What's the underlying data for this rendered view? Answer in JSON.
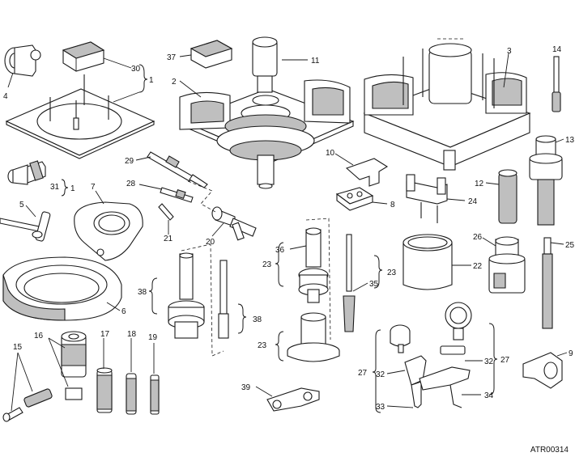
{
  "reference_code": "ATR00314",
  "callouts": {
    "c1a": "1",
    "c1b": "1",
    "c2": "2",
    "c3": "3",
    "c4": "4",
    "c5": "5",
    "c6": "6",
    "c7": "7",
    "c8": "8",
    "c9": "9",
    "c10": "10",
    "c11": "11",
    "c12": "12",
    "c13": "13",
    "c14": "14",
    "c15": "15",
    "c16": "16",
    "c17": "17",
    "c18": "18",
    "c19": "19",
    "c20": "20",
    "c21": "21",
    "c22": "22",
    "c23a": "23",
    "c23b": "23",
    "c23c": "23",
    "c24": "24",
    "c25": "25",
    "c26": "26",
    "c27a": "27",
    "c27b": "27",
    "c28": "28",
    "c29": "29",
    "c30": "30",
    "c31": "31",
    "c32a": "32",
    "c32b": "32",
    "c33": "33",
    "c34": "34",
    "c35": "35",
    "c36": "36",
    "c37": "37",
    "c38a": "38",
    "c38b": "38",
    "c39": "39"
  }
}
